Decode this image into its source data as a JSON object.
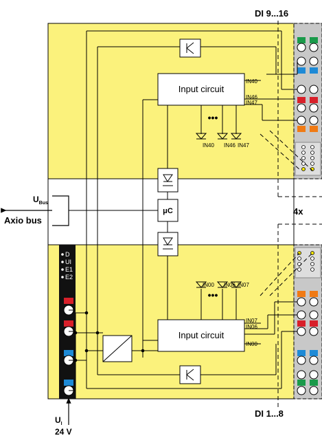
{
  "labels": {
    "di_top": "DI 9...16",
    "di_bottom": "DI 1...8",
    "u_bus": "U",
    "u_bus_sub": "Bus",
    "axio_bus": "Axio bus",
    "multiplier": "4x",
    "u_i": "U",
    "u_i_sub": "I",
    "voltage": "24 V",
    "input_circuit_top": "Input circuit",
    "input_circuit_bottom": "Input circuit",
    "mu_c": "μC",
    "dots": "•••"
  },
  "signals_top": {
    "in40": "IN40",
    "in46": "IN46",
    "in47": "IN47"
  },
  "signals_bottom": {
    "in00": "IN00",
    "in06": "IN06",
    "in07": "IN07"
  },
  "leds_legend": [
    "D",
    "UI",
    "E1",
    "E2"
  ],
  "colors": {
    "module_fill": "#fbf27c",
    "terminal_gray": "#c8c8c8",
    "green": "#1a9a4a",
    "blue": "#1e8ad6",
    "red": "#d8202a",
    "orange": "#f07a14",
    "led_yellow": "#f5e600"
  }
}
